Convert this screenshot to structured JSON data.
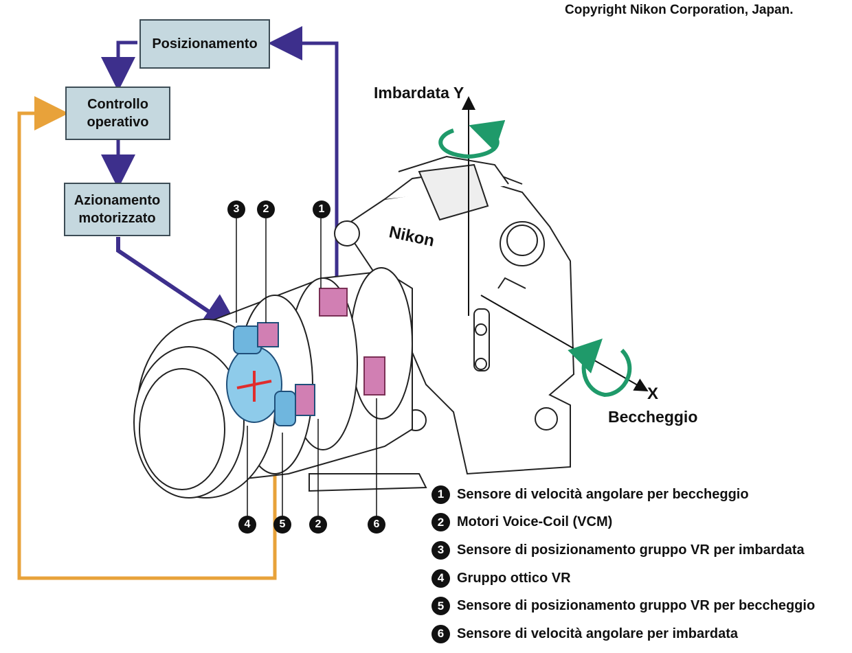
{
  "copyright": "Copyright Nikon Corporation, Japan.",
  "boxes": {
    "positioning": "Posizionamento",
    "operational_control": "Controllo\noperativo",
    "motor_drive": "Azionamento\nmotorizzato"
  },
  "axes": {
    "yaw": "Imbardata Y",
    "x": "X",
    "pitch": "Beccheggio"
  },
  "brand_logo": "Nikon",
  "markers": {
    "m1": "1",
    "m2_top": "2",
    "m3": "3",
    "m4": "4",
    "m5": "5",
    "m2_bottom": "2",
    "m6": "6"
  },
  "legend": [
    {
      "num": "1",
      "text": "Sensore di velocità angolare per beccheggio"
    },
    {
      "num": "2",
      "text": "Motori Voice-Coil (VCM)"
    },
    {
      "num": "3",
      "text": "Sensore di posizionamento gruppo VR per imbardata"
    },
    {
      "num": "4",
      "text": "Gruppo ottico VR"
    },
    {
      "num": "5",
      "text": "Sensore di posizionamento gruppo VR per beccheggio"
    },
    {
      "num": "6",
      "text": "Sensore di velocità angolare per imbardata"
    }
  ],
  "colors": {
    "box_fill": "#c5d8df",
    "purple_arrow": "#3d2f8c",
    "orange_line": "#e8a23a",
    "green_rotation": "#1f9a6a"
  }
}
